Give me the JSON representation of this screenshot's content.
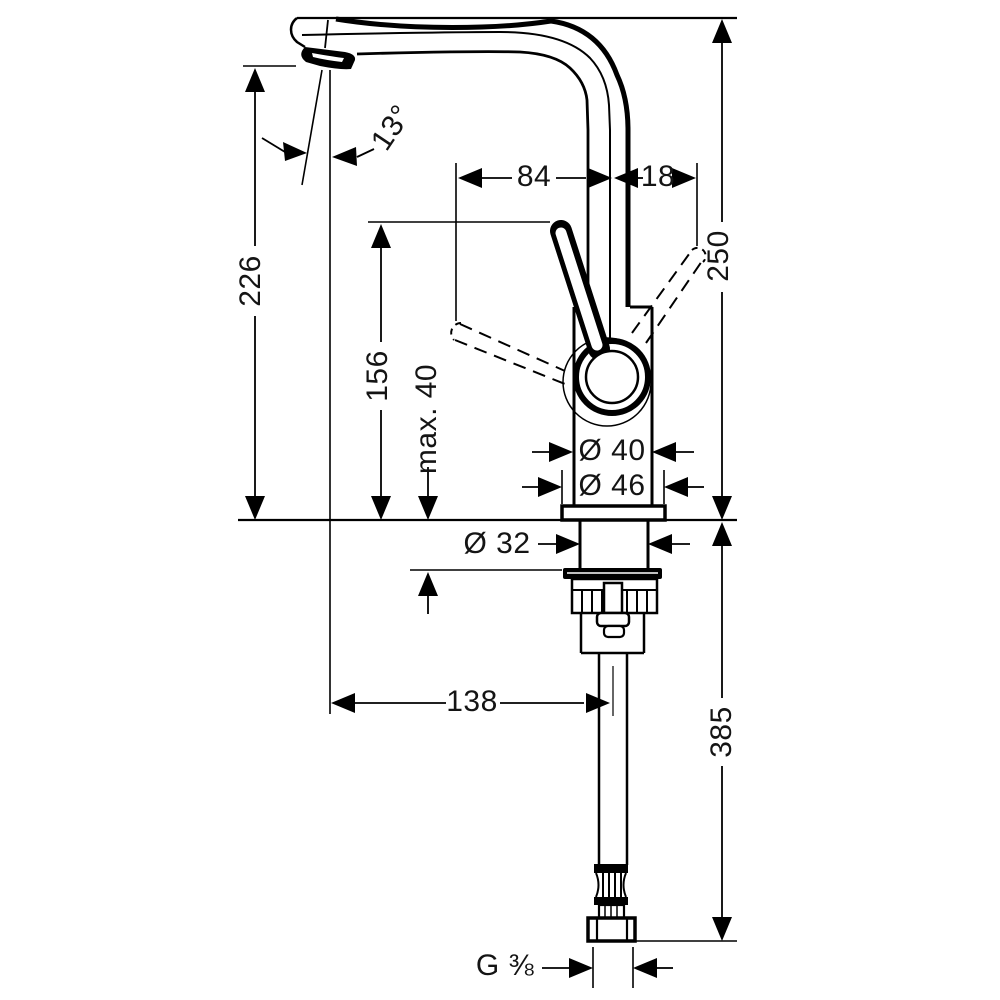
{
  "drawing": {
    "type": "technical-dimension-drawing",
    "subject": "single-lever mixer faucet side view with installation dimensions",
    "background_color": "#ffffff",
    "line_color": "#000000",
    "dimensions": {
      "spout_angle": "13°",
      "spout_reach": "84",
      "spout_offset": "18",
      "spout_outlet_height": "226",
      "overall_height": "250",
      "handle_tip_height": "156",
      "max_mounting_thickness": "max. 40",
      "body_diameter": "Ø 40",
      "base_diameter": "Ø 46",
      "shank_diameter": "Ø 32",
      "outlet_to_riser_distance": "138",
      "hose_length_below_deck": "385",
      "connection_thread": "G ⅜"
    }
  }
}
